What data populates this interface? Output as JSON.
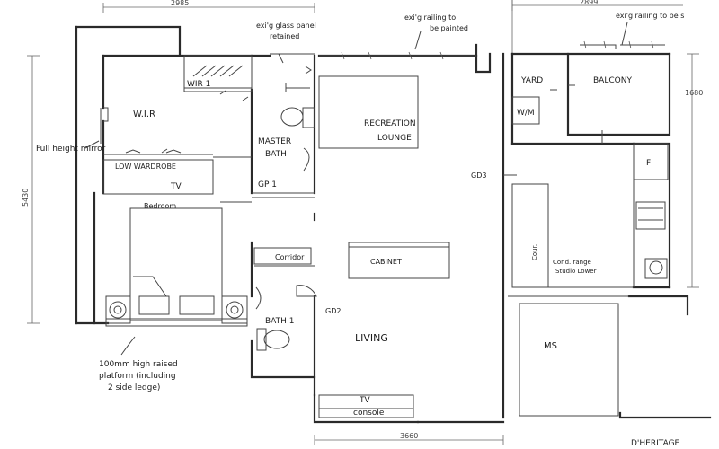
{
  "dimensions": {
    "top_left": "2985",
    "top_right": "2899",
    "left_side": "5430",
    "right_side": "1680",
    "bottom": "3660"
  },
  "labels": {
    "wir1": "WIR 1",
    "wir": "W.I.R",
    "full_height_mirror": "Full height mirror",
    "low_wardrobe": "LOW WARDROBE",
    "tv_bedroom": "TV",
    "bedroom_annotation": "Bedroom",
    "platform_note_line1": "100mm high raised",
    "platform_note_line2": "platform (including",
    "platform_note_line3": "2 side ledge)",
    "glass_panel_line1": "exi'g glass panel",
    "glass_panel_line2": "retained",
    "railing_painted_line1": "exi'g railing to",
    "railing_painted_line2": "be painted",
    "railing_right": "exi'g railing to be s",
    "master_bath_line1": "MASTER",
    "master_bath_line2": "BATH",
    "gp1": "GP 1",
    "recreation_line1": "RECREATION",
    "recreation_line2": "LOUNGE",
    "yard": "YARD",
    "wm": "W/M",
    "balcony": "BALCONY",
    "gd3": "GD3",
    "fridge": "F",
    "counter": "Cour.",
    "kitchen_note_line1": "Cond. range",
    "kitchen_note_line2": "Studio Lower",
    "corridor": "Corridor",
    "cabinet": "CABINET",
    "gd2": "GD2",
    "bath1": "BATH 1",
    "living": "LIVING",
    "tv_console_line1": "TV",
    "tv_console_line2": "console",
    "ms": "MS",
    "heritage": "D'HERITAGE"
  }
}
